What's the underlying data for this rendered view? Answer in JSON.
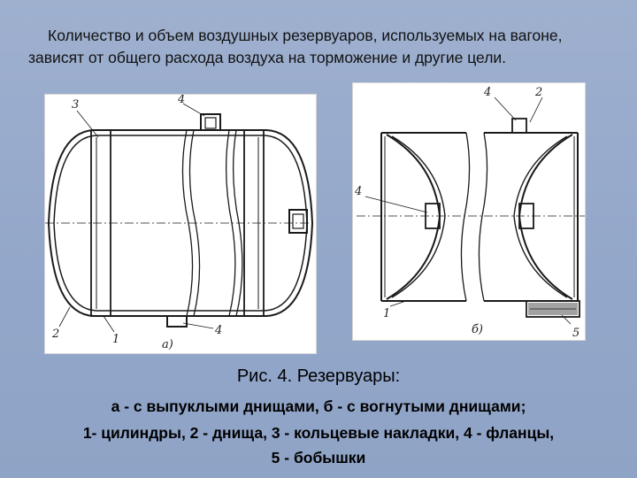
{
  "intro_text": "Количество и объем воздушных резервуаров, используемых на вагоне, зависят от общего расхода воздуха на торможение и другие цели.",
  "figure_a": {
    "sublabel": "а)",
    "callouts": [
      "3",
      "4",
      "2",
      "1",
      "4"
    ]
  },
  "figure_b": {
    "sublabel": "б)",
    "callouts": [
      "4",
      "2",
      "4",
      "1",
      "5"
    ]
  },
  "caption": {
    "title": "Рис. 4. Резервуары:",
    "line1": "а - с выпуклыми днищами, б - с вогнутыми днищами;",
    "line2": "1- цилиндры, 2 - днища, 3 - кольцевые накладки, 4 - фланцы,",
    "line3": "5 - бобышки"
  },
  "colors": {
    "background": "#95a9cb",
    "ink": "#1a1a1a",
    "figure_bg": "#ffffff"
  }
}
